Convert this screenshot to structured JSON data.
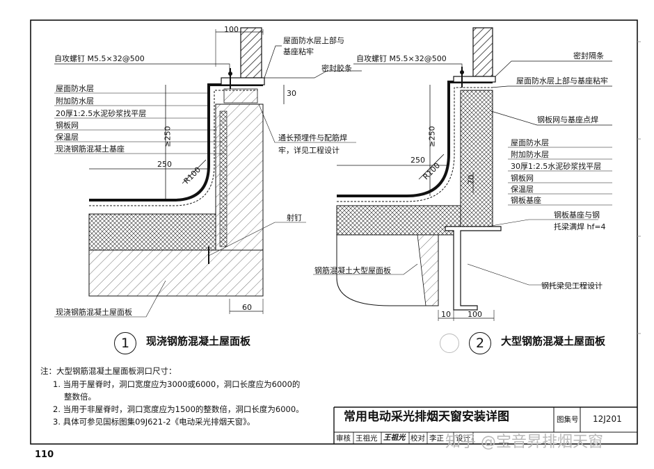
{
  "page_number": "110",
  "detail1": {
    "dim_top": "100",
    "screw": "自攻螺钉 M5.5×32@500",
    "callout_top_1": "屋面防水层上部与",
    "callout_top_2": "基座粘牢",
    "sealant": "密封胶条",
    "dim_30": "30",
    "layers": [
      "屋面防水层",
      "附加防水层",
      "20厚1:2.5水泥砂浆找平层",
      "钢板网",
      "保温层",
      "现浇钢筋混凝土基座"
    ],
    "dim_250v": "≥250",
    "dim_250h": "250",
    "radius": "R100",
    "embed_1": "通长预埋件与配筋焊",
    "embed_2": "牢，详见工程设计",
    "nail": "射钉",
    "slab": "现浇钢筋混凝土屋面板",
    "dim_60": "60",
    "number": "1",
    "caption": "现浇钢筋混凝土屋面板"
  },
  "detail2": {
    "screw": "自攻螺钉 M5.5×32@500",
    "seal_strip": "密封隔条",
    "callout_1": "屋面防水层上部与基座粘牢",
    "mesh_weld": "钢板网与基座点焊",
    "layers": [
      "屋面防水层",
      "附加防水层",
      "30厚1:2.5水泥砂浆找平层",
      "钢板网",
      "保温层",
      "钢板基座"
    ],
    "dim_250v": "≥250",
    "dim_250h": "250",
    "radius": "R100",
    "dim_70": "70",
    "weld_1": "钢板基座与钢",
    "weld_2": "托梁满焊 hf=4",
    "slab": "钢筋混凝土大型屋面板",
    "beam": "钢托梁见工程设计",
    "dim_10": "10",
    "dim_100": "100",
    "number": "2",
    "caption": "大型钢筋混凝土屋面板"
  },
  "notes": {
    "head": "注：大型钢筋混凝土屋面板洞口尺寸：",
    "n1a": "1. 当用于屋脊时，洞口宽度应为3000或6000，洞口长度应为6000的",
    "n1b": "整数倍。",
    "n2": "2. 当用于非屋脊时，洞口宽度应为1500的整数倍，洞口长度为6000。",
    "n3": "3. 具体可参见国标图集09J621-2《电动采光排烟天窗》。"
  },
  "title_block": {
    "title": "常用电动采光排烟天窗安装详图",
    "atlas_label": "图集号",
    "atlas_no": "12J201",
    "review_label": "审核",
    "reviewer": "王祖光",
    "signature": "王祖光",
    "check_label": "校对",
    "checker": "李正",
    "design_label": "设计"
  },
  "watermark": "知乎 @宝音昇排烟天窗"
}
